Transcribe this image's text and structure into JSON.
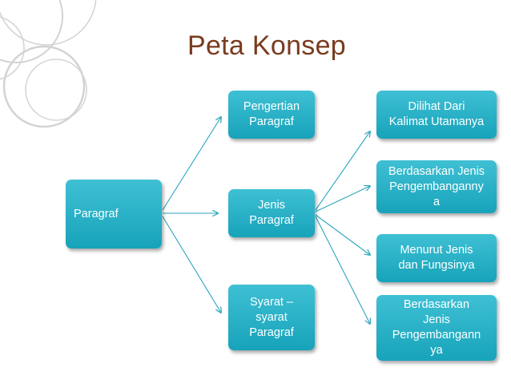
{
  "slide": {
    "title": "Peta Konsep"
  },
  "nodes": {
    "paragraf": "Paragraf",
    "pengertian": "Pengertian\nParagraf",
    "jenis": "Jenis\nParagraf",
    "syarat": "Syarat –\nsyarat\nParagraf",
    "dilihat": "Dilihat Dari\nKalimat Utamanya",
    "berdasarkan_1": "Berdasarkan Jenis\nPengembanganny\na",
    "menurut": "Menurut Jenis\ndan Fungsinya",
    "berdasarkan_2": "Berdasarkan\nJenis\nPengembangann\nya"
  },
  "colors": {
    "node_fill": "#1fa9be",
    "connector": "#2aa7bb",
    "title": "#7a3b1e",
    "decoration": "#cfcfcf"
  }
}
